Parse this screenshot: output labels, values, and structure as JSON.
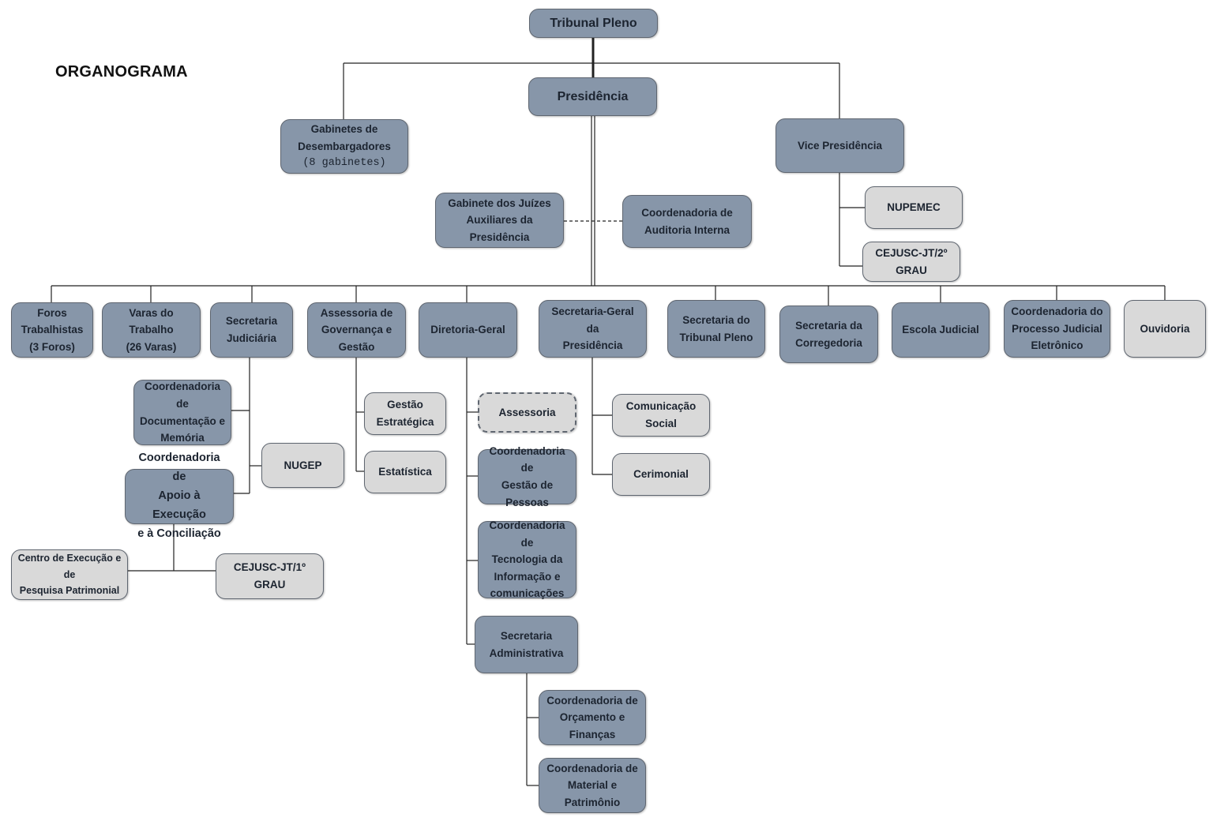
{
  "title": "ORGANOGRAMA",
  "colors": {
    "dark_box": "#8796a9",
    "light_box": "#d9d9d9",
    "line": "#222222"
  },
  "nodes": {
    "tribunal_pleno": "Tribunal Pleno",
    "presidencia": "Presidência",
    "gabinetes_desembargadores": "Gabinetes de\nDesembargadores",
    "gabinetes_desembargadores_count": "(8 gabinetes)",
    "vice_presidencia": "Vice Presidência",
    "nupemec": "NUPEMEC",
    "cejusc_2": "CEJUSC-JT/2º\nGRAU",
    "gabinete_juizes": "Gabinete dos Juízes\nAuxiliares da\nPresidência",
    "auditoria_interna": "Coordenadoria de\nAuditoria Interna",
    "foros": "Foros\nTrabalhistas\n(3 Foros)",
    "varas": "Varas do Trabalho\n(26 Varas)",
    "secretaria_judiciaria": "Secretaria\nJudiciária",
    "assessoria_governanca": "Assessoria de\nGovernança e\nGestão",
    "diretoria_geral": "Diretoria-Geral",
    "secretaria_geral": "Secretaria-Geral da\nPresidência",
    "secretaria_tribunal_pleno": "Secretaria do\nTribunal Pleno",
    "secretaria_corregedoria": "Secretaria da\nCorregedoria",
    "escola_judicial": "Escola Judicial",
    "pje": "Coordenadoria do\nProcesso Judicial\nEletrônico",
    "ouvidoria": "Ouvidoria",
    "coord_documentacao": "Coordenadoria de\nDocumentação e\nMemória",
    "nugep": "NUGEP",
    "coord_apoio_execucao": "Coordenadoria de\nApoio à Execução\ne à Conciliação",
    "centro_execucao": "Centro de Execução e de\nPesquisa Patrimonial",
    "cejusc_1": "CEJUSC-JT/1º\nGRAU",
    "gestao_estrategica": "Gestão\nEstratégica",
    "estatistica": "Estatística",
    "assessoria": "Assessoria",
    "coord_gestao_pessoas": "Coordenadoria de\nGestão de\nPessoas",
    "coord_ti": "Coordenadoria de\nTecnologia da\nInformação e\ncomunicações",
    "secretaria_administrativa": "Secretaria\nAdministrativa",
    "coord_orcamento": "Coordenadoria de\nOrçamento e\nFinanças",
    "coord_material": "Coordenadoria de\nMaterial e\nPatrimônio",
    "comunicacao_social": "Comunicação\nSocial",
    "cerimonial": "Cerimonial"
  }
}
